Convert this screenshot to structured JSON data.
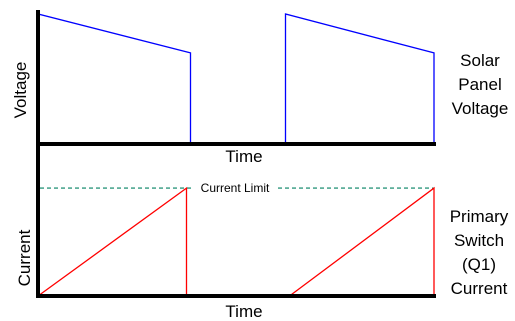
{
  "chart_data": [
    {
      "type": "line",
      "title": "",
      "xlabel": "Time",
      "ylabel": "Voltage",
      "side_label": [
        "Solar",
        "Panel",
        "Voltage"
      ],
      "grid": false,
      "xlim": [
        0,
        100
      ],
      "ylim": [
        0,
        1
      ],
      "series": [
        {
          "color": "#0000ff",
          "x": [
            0,
            0,
            38.5,
            38.5,
            62.5,
            62.5,
            100,
            100
          ],
          "y": [
            0,
            0.97,
            0.68,
            0,
            0,
            0.97,
            0.68,
            0
          ]
        }
      ]
    },
    {
      "type": "line",
      "title": "",
      "xlabel": "Time",
      "ylabel": "Current",
      "side_label": [
        "Primary",
        "Switch",
        "(Q1)",
        "Current"
      ],
      "grid": false,
      "xlim": [
        0,
        100
      ],
      "ylim": [
        0,
        1
      ],
      "threshold": {
        "label": "Current Limit",
        "y": 0.71,
        "color": "#008060"
      },
      "series": [
        {
          "color": "#ff0000",
          "x": [
            0,
            37.5,
            37.5,
            63.5,
            100,
            100
          ],
          "y": [
            0,
            0.71,
            0,
            0,
            0.71,
            0
          ]
        }
      ]
    }
  ]
}
